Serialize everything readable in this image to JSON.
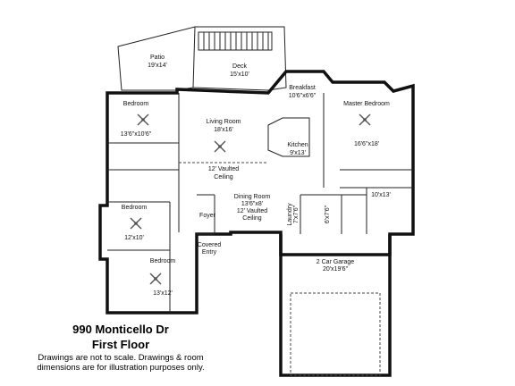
{
  "rooms": {
    "patio": {
      "name": "Patio",
      "dims": "19'x14'"
    },
    "deck": {
      "name": "Deck",
      "dims": "15'x10'"
    },
    "breakfast": {
      "name": "Breakfast",
      "dims": "10'6\"x6'6\""
    },
    "master_bedroom": {
      "name": "Master Bedroom",
      "dims": "16'6\"x18'"
    },
    "bedroom_1": {
      "name": "Bedroom",
      "dims": "13'6\"x10'6\""
    },
    "living_room": {
      "name": "Living Room",
      "dims": "18'x16'"
    },
    "kitchen": {
      "name": "Kitchen",
      "dims": "9'x13'"
    },
    "vaulted_ceiling": {
      "line1": "12' Vaulted",
      "line2": "Ceiling"
    },
    "dining_room": {
      "name": "Dining Room",
      "dims": "13'6\"x8'",
      "note1": "12' Vaulted",
      "note2": "Ceiling"
    },
    "master_bath": {
      "dims": "10'x13'"
    },
    "closet": {
      "dims": "6'x7'6\""
    },
    "laundry": {
      "name": "Laundry",
      "dims": "7'x7'6\""
    },
    "bedroom_2": {
      "name": "Bedroom",
      "dims": "12'x10'"
    },
    "foyer": {
      "name": "Foyer"
    },
    "covered_entry": {
      "line1": "Covered",
      "line2": "Entry"
    },
    "bedroom_3": {
      "name": "Bedroom",
      "dims": "13'x12'"
    },
    "garage": {
      "name": "2 Car Garage",
      "dims": "20'x19'6\""
    }
  },
  "caption": {
    "title": "990 Monticello Dr",
    "subtitle": "First Floor",
    "note_line1": "Drawings are not to scale. Drawings & room",
    "note_line2": "dimensions are for illustration purposes only."
  }
}
